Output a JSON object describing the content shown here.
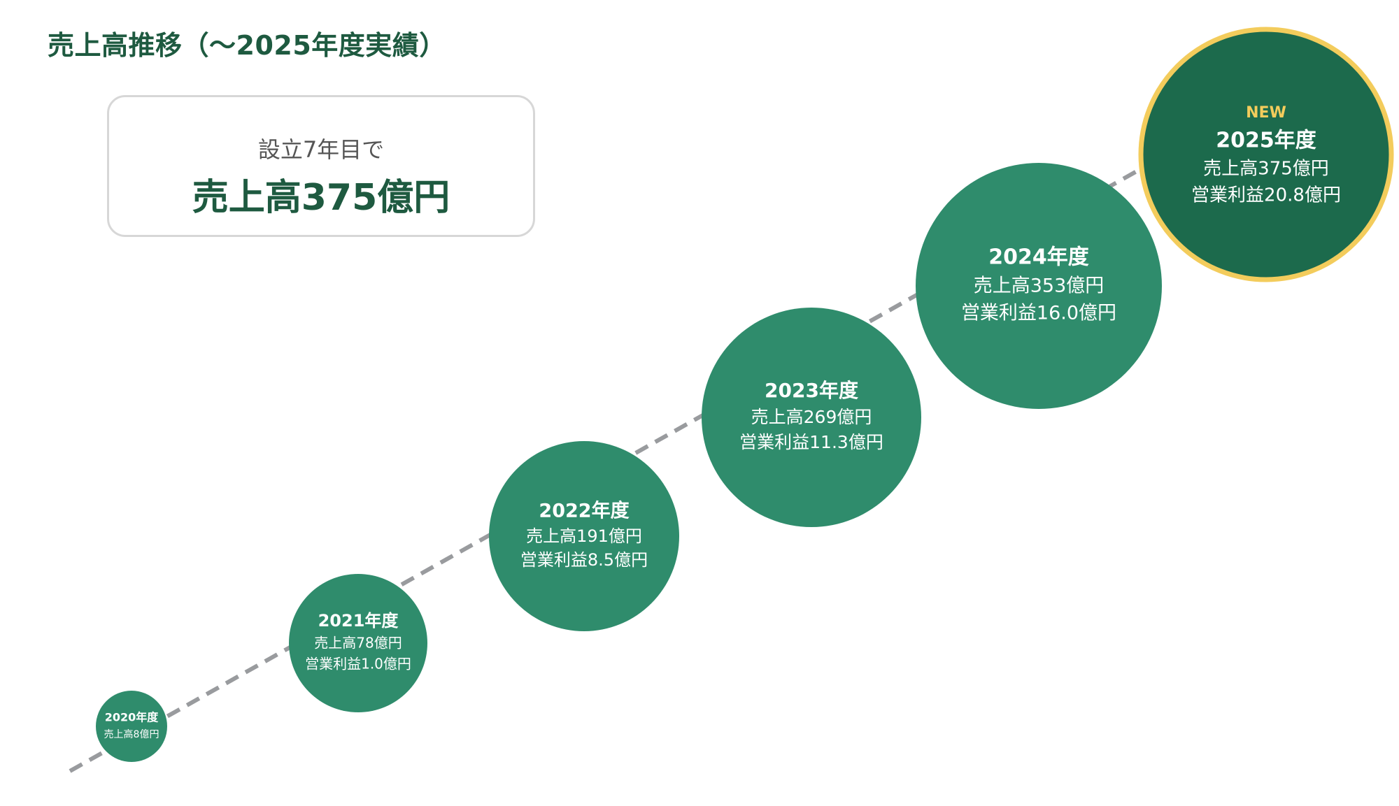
{
  "title": "売上高推移（〜2025年度実績）",
  "highlight": {
    "subtitle": "設立7年目で",
    "headline": "売上高375億円"
  },
  "colors": {
    "title": "#1e5a40",
    "bubble": "#2f8c6c",
    "bubble_latest": "#1c6a4c",
    "latest_ring": "#f3cc5c",
    "badge": "#f3cc5c",
    "trend_line": "#999b9e",
    "card_border": "#d7d7d7"
  },
  "chart_data": {
    "type": "bubble",
    "title": "売上高推移（〜2025年度実績）",
    "x_unit": "年度",
    "revenue_unit": "億円",
    "trend_line": "dashed",
    "points": [
      {
        "year": 2020,
        "label": "2020年度",
        "revenue": 8,
        "revenue_text": "売上高8億円"
      },
      {
        "year": 2021,
        "label": "2021年度",
        "revenue": 78,
        "revenue_text": "売上高78億円",
        "operating_profit": 1.0,
        "profit_text": "営業利益1.0億円"
      },
      {
        "year": 2022,
        "label": "2022年度",
        "revenue": 191,
        "revenue_text": "売上高191億円",
        "operating_profit": 8.5,
        "profit_text": "営業利益8.5億円"
      },
      {
        "year": 2023,
        "label": "2023年度",
        "revenue": 269,
        "revenue_text": "売上高269億円",
        "operating_profit": 11.3,
        "profit_text": "営業利益11.3億円"
      },
      {
        "year": 2024,
        "label": "2024年度",
        "revenue": 353,
        "revenue_text": "売上高353億円",
        "operating_profit": 16.0,
        "profit_text": "営業利益16.0億円"
      },
      {
        "year": 2025,
        "label": "2025年度",
        "revenue": 375,
        "revenue_text": "売上高375億円",
        "operating_profit": 20.8,
        "profit_text": "営業利益20.8億円",
        "badge": "NEW",
        "latest": true
      }
    ]
  }
}
